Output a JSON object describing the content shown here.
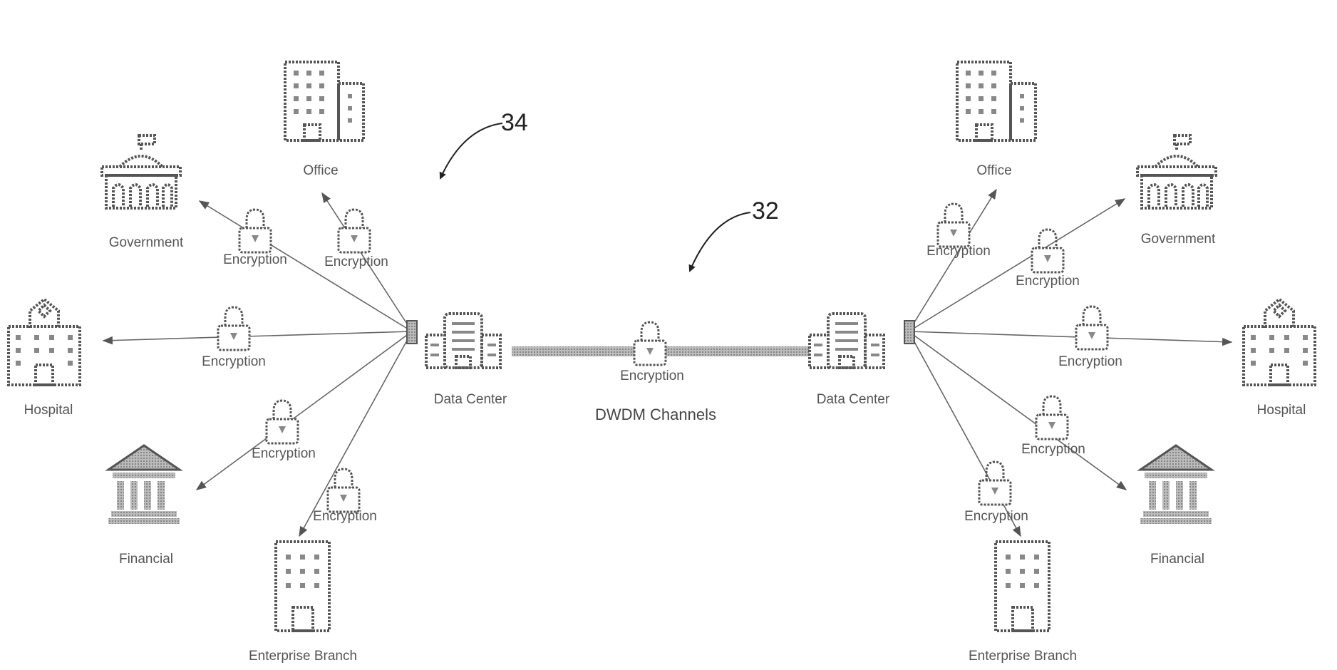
{
  "diagram": {
    "ref_left": "34",
    "ref_center": "32",
    "dwdm_label": "DWDM Channels",
    "center_encryption": "Encryption",
    "left": {
      "data_center": "Data Center",
      "office": "Office",
      "government": "Government",
      "hospital": "Hospital",
      "financial": "Financial",
      "enterprise": "Enterprise Branch",
      "enc_government": "Encryption",
      "enc_office": "Encryption",
      "enc_hospital": "Encryption",
      "enc_financial": "Encryption",
      "enc_enterprise": "Encryption"
    },
    "right": {
      "data_center": "Data Center",
      "office": "Office",
      "government": "Government",
      "hospital": "Hospital",
      "financial": "Financial",
      "enterprise": "Enterprise Branch",
      "enc_office": "Encryption",
      "enc_government": "Encryption",
      "enc_hospital": "Encryption",
      "enc_financial": "Encryption",
      "enc_enterprise": "Encryption"
    }
  }
}
